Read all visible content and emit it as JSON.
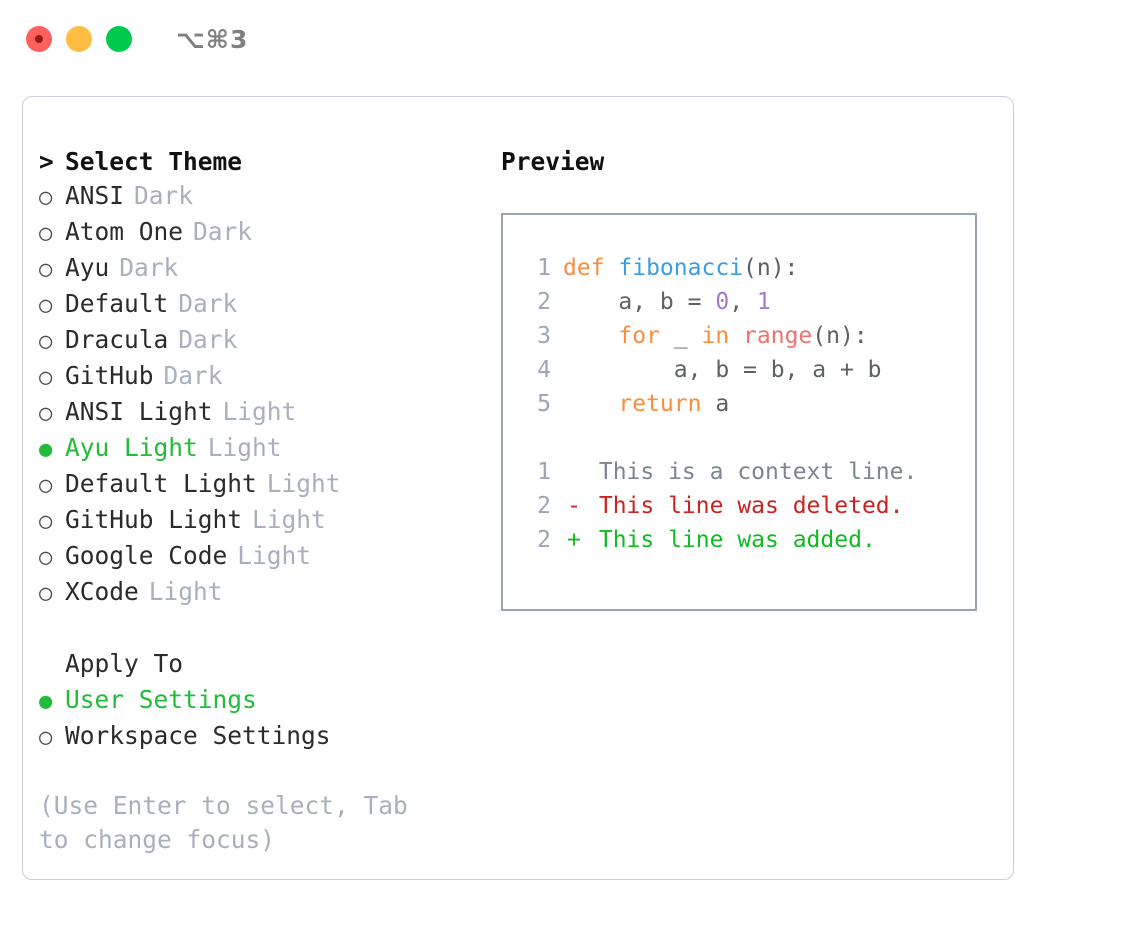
{
  "window": {
    "shortcut": "⌥⌘3",
    "traffic_lights": [
      "close",
      "minimize",
      "maximize"
    ]
  },
  "theme_list": {
    "heading": "Select Theme",
    "heading_marker": ">",
    "marker_unselected": "○",
    "marker_selected": "●",
    "accent_color": "#22bb3a",
    "items": [
      {
        "name": "ANSI",
        "badge": "Dark",
        "selected": false
      },
      {
        "name": "Atom One",
        "badge": "Dark",
        "selected": false
      },
      {
        "name": "Ayu",
        "badge": "Dark",
        "selected": false
      },
      {
        "name": "Default",
        "badge": "Dark",
        "selected": false
      },
      {
        "name": "Dracula",
        "badge": "Dark",
        "selected": false
      },
      {
        "name": "GitHub",
        "badge": "Dark",
        "selected": false
      },
      {
        "name": "ANSI Light",
        "badge": "Light",
        "selected": false
      },
      {
        "name": "Ayu Light",
        "badge": "Light",
        "selected": true
      },
      {
        "name": "Default Light",
        "badge": "Light",
        "selected": false
      },
      {
        "name": "GitHub Light",
        "badge": "Light",
        "selected": false
      },
      {
        "name": "Google Code",
        "badge": "Light",
        "selected": false
      },
      {
        "name": "XCode",
        "badge": "Light",
        "selected": false
      }
    ]
  },
  "apply_to": {
    "heading": "Apply To",
    "options": [
      {
        "label": "User Settings",
        "selected": true
      },
      {
        "label": "Workspace Settings",
        "selected": false
      }
    ]
  },
  "hint": "(Use Enter to select, Tab to change focus)",
  "preview": {
    "title": "Preview",
    "code_lines": [
      {
        "lineno": "1",
        "tokens": [
          {
            "text": "def ",
            "type": "keyword"
          },
          {
            "text": "fibonacci",
            "type": "function"
          },
          {
            "text": "(n):",
            "type": "plain"
          }
        ]
      },
      {
        "lineno": "2",
        "tokens": [
          {
            "text": "    a, b = ",
            "type": "plain"
          },
          {
            "text": "0",
            "type": "number"
          },
          {
            "text": ", ",
            "type": "plain"
          },
          {
            "text": "1",
            "type": "number"
          }
        ]
      },
      {
        "lineno": "3",
        "tokens": [
          {
            "text": "    ",
            "type": "plain"
          },
          {
            "text": "for",
            "type": "keyword"
          },
          {
            "text": " _ ",
            "type": "plain"
          },
          {
            "text": "in",
            "type": "keyword"
          },
          {
            "text": " ",
            "type": "plain"
          },
          {
            "text": "range",
            "type": "call"
          },
          {
            "text": "(n):",
            "type": "plain"
          }
        ]
      },
      {
        "lineno": "4",
        "tokens": [
          {
            "text": "        a, b = b, a + b",
            "type": "plain"
          }
        ]
      },
      {
        "lineno": "5",
        "tokens": [
          {
            "text": "    ",
            "type": "plain"
          },
          {
            "text": "return",
            "type": "keyword"
          },
          {
            "text": " a",
            "type": "plain"
          }
        ]
      }
    ],
    "diff_lines": [
      {
        "lineno": "1",
        "marker": " ",
        "text": "This is a context line.",
        "kind": "context"
      },
      {
        "lineno": "2",
        "marker": "-",
        "text": "This line was deleted.",
        "kind": "deleted"
      },
      {
        "lineno": "2",
        "marker": "+",
        "text": "This line was added.",
        "kind": "added"
      }
    ]
  }
}
